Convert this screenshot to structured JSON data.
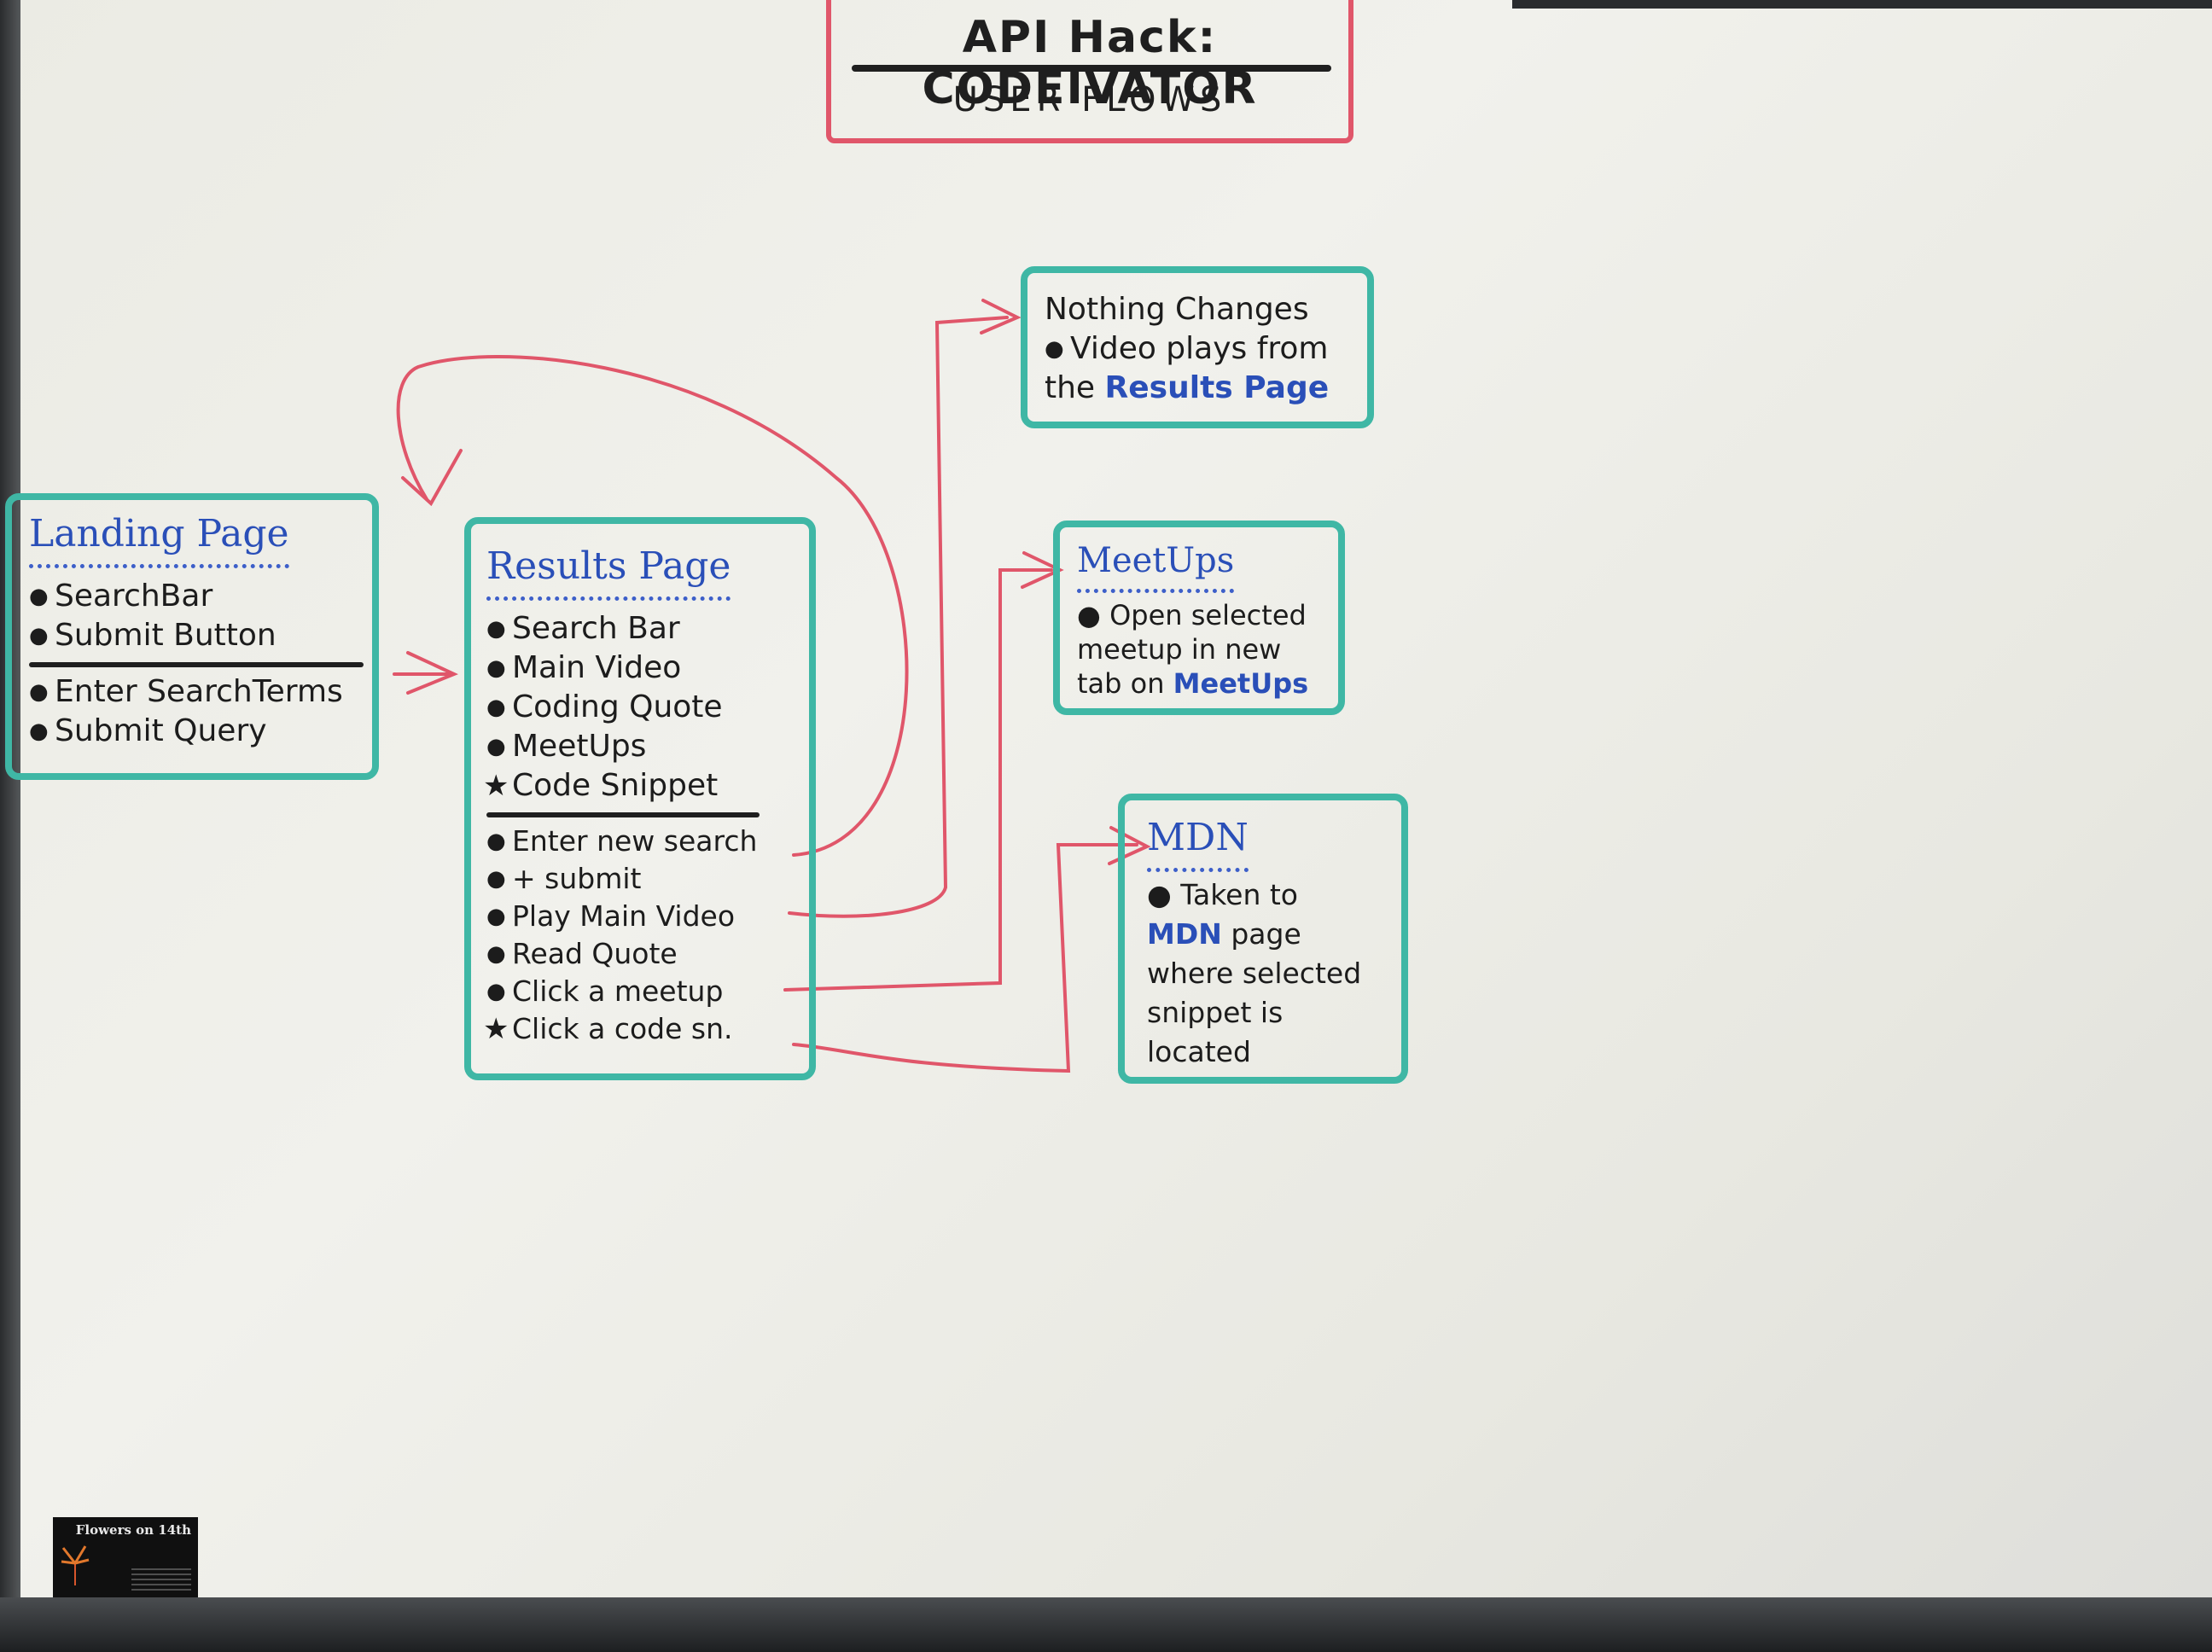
{
  "header": {
    "title": "API Hack: CODEIVATOR",
    "subtitle": "USER FLOWS"
  },
  "landing_page": {
    "title": "Landing Page",
    "components": [
      "SearchBar",
      "Submit Button"
    ],
    "actions": [
      "Enter SearchTerms",
      "Submit Query"
    ]
  },
  "results_page": {
    "title": "Results Page",
    "components": [
      "Search Bar",
      "Main Video",
      "Coding Quote",
      "MeetUps",
      "Code Snippet"
    ],
    "actions": [
      "Enter new search",
      "+ submit",
      "Play Main Video",
      "Read Quote",
      "Click a meetup",
      "Click a code sn."
    ]
  },
  "nothing_changes": {
    "line1": "Nothing Changes",
    "line2": "Video plays from",
    "line3_prefix": "the ",
    "line3_link": "Results Page"
  },
  "meetups": {
    "title": "MeetUps",
    "line1": "Open selected",
    "line2": "meetup in new",
    "line3_prefix": "tab on ",
    "line3_link": "MeetUps"
  },
  "mdn": {
    "title": "MDN",
    "line1": "Taken to",
    "line2_link": "MDN",
    "line2_suffix": " page",
    "line3": "where selected",
    "line4": "snippet is",
    "line5": "located"
  },
  "business_card": {
    "name": "Flowers on 14th"
  },
  "colors": {
    "arrow": "#e0566a",
    "box_border": "#3fb7a5",
    "heading_ink": "#2a4fb8",
    "ink": "#1c1c1c"
  }
}
